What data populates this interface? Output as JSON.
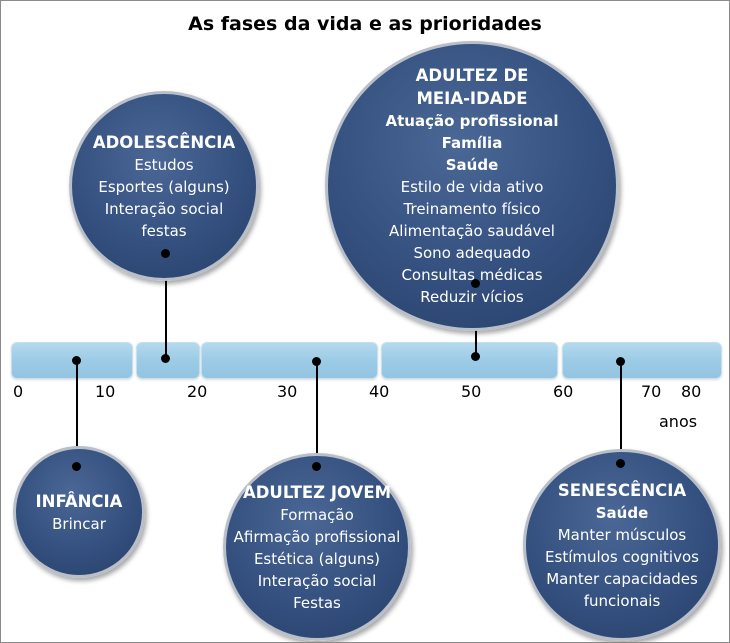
{
  "title": "As fases da vida e as prioridades",
  "axis": {
    "ticks": [
      "0",
      "10",
      "20",
      "30",
      "40",
      "50",
      "60",
      "70",
      "80"
    ],
    "unit": "anos"
  },
  "phases": {
    "infancia": {
      "title": "INFÂNCIA",
      "items": [
        "Brincar"
      ]
    },
    "adolescencia": {
      "title": "ADOLESCÊNCIA",
      "items": [
        "Estudos",
        "Esportes (alguns)",
        "Interação social",
        "festas"
      ]
    },
    "jovem": {
      "title": "ADULTEZ JOVEM",
      "items": [
        "Formação",
        "Afirmação profissional",
        "Estética (alguns)",
        "Interação social",
        "Festas"
      ]
    },
    "meia": {
      "title1": "ADULTEZ DE",
      "title2": "MEIA-IDADE",
      "bold_items": [
        "Atuação profissional",
        "Família",
        "Saúde"
      ],
      "items": [
        "Estilo de vida ativo",
        "Treinamento físico",
        "Alimentação saudável",
        "Sono adequado",
        "Consultas médicas",
        "Reduzir vícios"
      ]
    },
    "senescencia": {
      "title": "SENESCÊNCIA",
      "bold_items": [
        "Saúde"
      ],
      "items": [
        "Manter músculos",
        "Estímulos cognitivos",
        "Manter capacidades",
        "funcionais"
      ]
    }
  }
}
